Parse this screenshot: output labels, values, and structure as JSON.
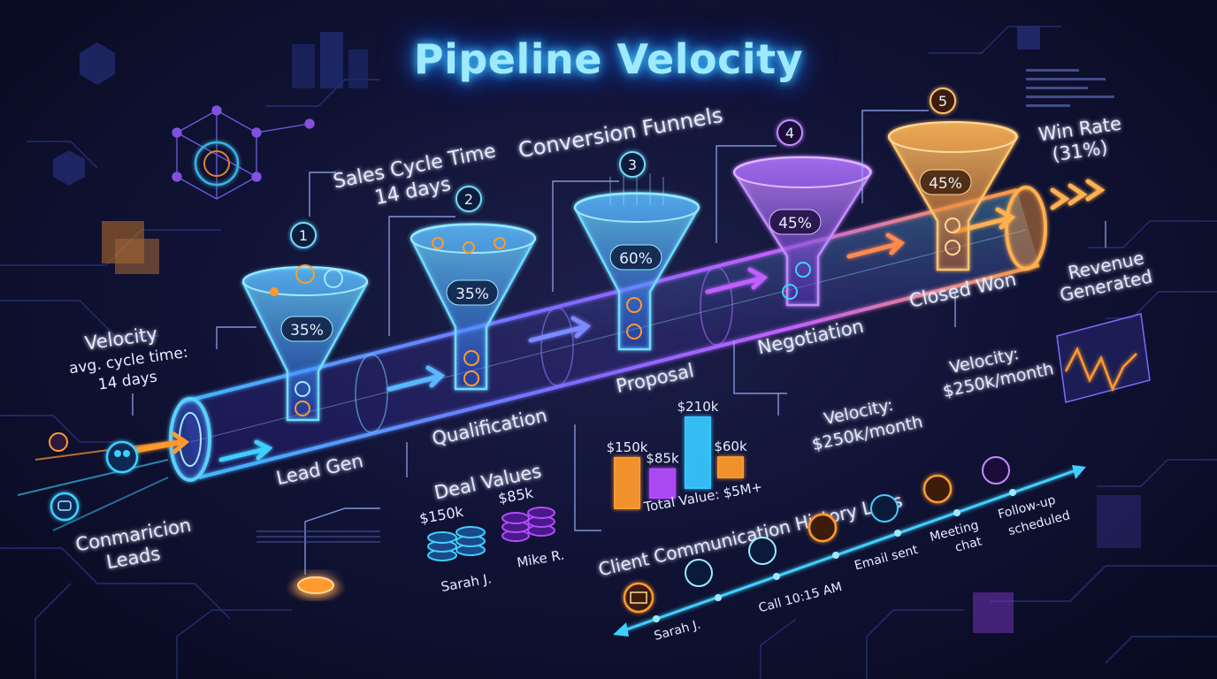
{
  "title": "Pipeline Velocity",
  "labels": {
    "sales_cycle_title": "Sales Cycle Time",
    "sales_cycle_value": "14 days",
    "conversion_funnels": "Conversion Funnels",
    "win_rate_title": "Win Rate",
    "win_rate_value": "(31%)",
    "revenue_line1": "Revenue",
    "revenue_line2": "Generated",
    "velocity_left_title": "Velocity",
    "velocity_left_line2": "avg. cycle time:",
    "velocity_left_line3": "14 days",
    "leads_line1": "Conmaricion",
    "leads_line2": "Leads",
    "velocity_mid_title": "Velocity:",
    "velocity_mid_value": "$250k/month",
    "velocity_right_title": "Velocity:",
    "velocity_right_value": "$250k/month",
    "deal_values": "Deal Values",
    "comm_logs": "Client Communication History Logs"
  },
  "stages": [
    {
      "number": "1",
      "name": "Lead Gen",
      "rate": "35%"
    },
    {
      "number": "2",
      "name": "Qualification",
      "rate": "35%"
    },
    {
      "number": "3",
      "name": "Proposal",
      "rate": "60%"
    },
    {
      "number": "4",
      "name": "Negotiation",
      "rate": "45%"
    },
    {
      "number": "5",
      "name": "Closed Won",
      "rate": "45%"
    }
  ],
  "deals": [
    {
      "amount": "$150k",
      "owner": "Sarah J."
    },
    {
      "amount": "$85k",
      "owner": "Mike R."
    }
  ],
  "proposal_bars": {
    "total": "Total Value: $5M+",
    "bars": [
      {
        "label": "$150k",
        "value": 150,
        "color": "#ff9a2e"
      },
      {
        "label": "$85k",
        "value": 85,
        "color": "#b44cff"
      },
      {
        "label": "$210k",
        "value": 210,
        "color": "#35c8ff"
      },
      {
        "label": "$60k",
        "value": 60,
        "color": "#ff9a2e"
      }
    ]
  },
  "timeline": [
    {
      "label": "Sarah J.",
      "icon": "mail-icon"
    },
    {
      "label": "Call 10:15 AM",
      "icon": "phone-icon"
    },
    {
      "label": "Email sent",
      "icon": "mail-icon"
    },
    {
      "label": "Meeting chat",
      "icon": "chat-icon"
    },
    {
      "label": "Follow-up scheduled",
      "icon": "chat-icon"
    }
  ],
  "timeline_split": {
    "meeting": [
      "Meeting",
      "chat"
    ],
    "followup": [
      "Follow-up",
      "scheduled"
    ]
  },
  "colors": {
    "cyan": "#3fd0ff",
    "purple": "#a455ff",
    "orange": "#ff9a2e",
    "background": "#0b0d26"
  }
}
